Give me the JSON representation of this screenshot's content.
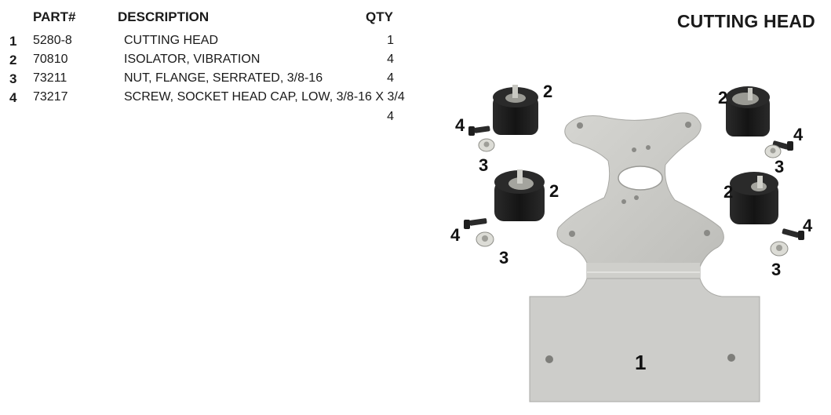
{
  "title": "CUTTING HEAD",
  "table": {
    "headers": {
      "part": "PART#",
      "description": "DESCRIPTION",
      "qty": "QTY"
    },
    "rows": [
      {
        "item": "1",
        "part": "5280-8",
        "description": "CUTTING HEAD",
        "qty": "1"
      },
      {
        "item": "2",
        "part": "70810",
        "description": "ISOLATOR, VIBRATION",
        "qty": "4"
      },
      {
        "item": "3",
        "part": "73211",
        "description": "NUT, FLANGE, SERRATED, 3/8-16",
        "qty": "4"
      },
      {
        "item": "4",
        "part": "73217",
        "description": "SCREW, SOCKET HEAD CAP, LOW, 3/8-16 X 3/4",
        "qty": "4"
      }
    ]
  },
  "diagram": {
    "callouts": {
      "c1": "1",
      "c2a": "2",
      "c2b": "2",
      "c2c": "2",
      "c2d": "2",
      "c3a": "3",
      "c3b": "3",
      "c3c": "3",
      "c3d": "3",
      "c4a": "4",
      "c4b": "4",
      "c4c": "4",
      "c4d": "4"
    },
    "colors": {
      "rubber": "#1e1e1e",
      "plate": "#c9c9c6",
      "metal": "#d8d8d4"
    }
  }
}
